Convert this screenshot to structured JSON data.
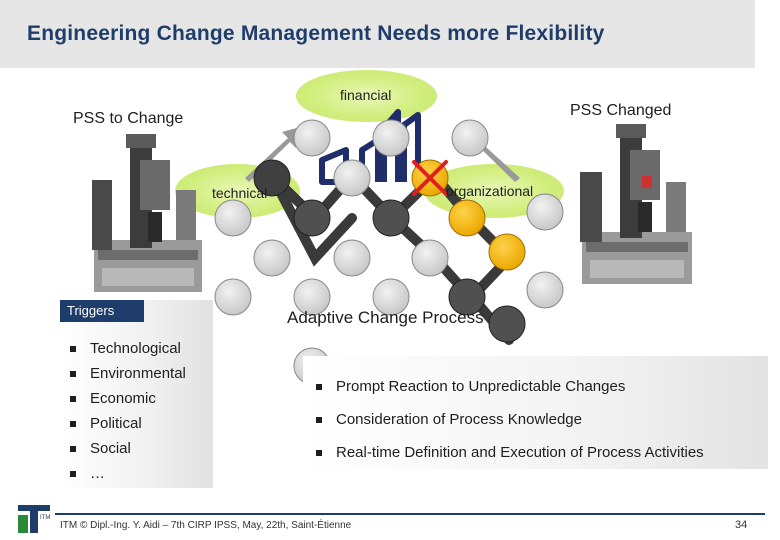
{
  "title": "Engineering Change Management Needs more Flexibility",
  "labels": {
    "pss_to_change": "PSS to Change",
    "pss_changed": "PSS Changed",
    "financial": "financial",
    "technical": "technical",
    "organizational": "organizational",
    "adaptive_change_process": "Adaptive Change Process"
  },
  "triggers": {
    "header": "Triggers",
    "items": [
      "Technological",
      "Environmental",
      "Economic",
      "Political",
      "Social",
      "…"
    ]
  },
  "benefits": {
    "items": [
      "Prompt Reaction to Unpredictable Changes",
      "Consideration of Process Knowledge",
      "Real-time Definition and Execution of Process Activities"
    ]
  },
  "footer": {
    "text": "ITM © Dipl.-Ing. Y. Aidi – 7th CIRP IPSS, May, 22th, Saint-Étienne",
    "page_number": "34",
    "logo_text": "ITM"
  },
  "colors": {
    "title": "#1f3d6b",
    "node_gray": "#d9d9d9",
    "node_active": "#f5b800",
    "node_dark": "#404040",
    "ellipse_green": "#cfec7a",
    "cross_red": "#e02020"
  }
}
